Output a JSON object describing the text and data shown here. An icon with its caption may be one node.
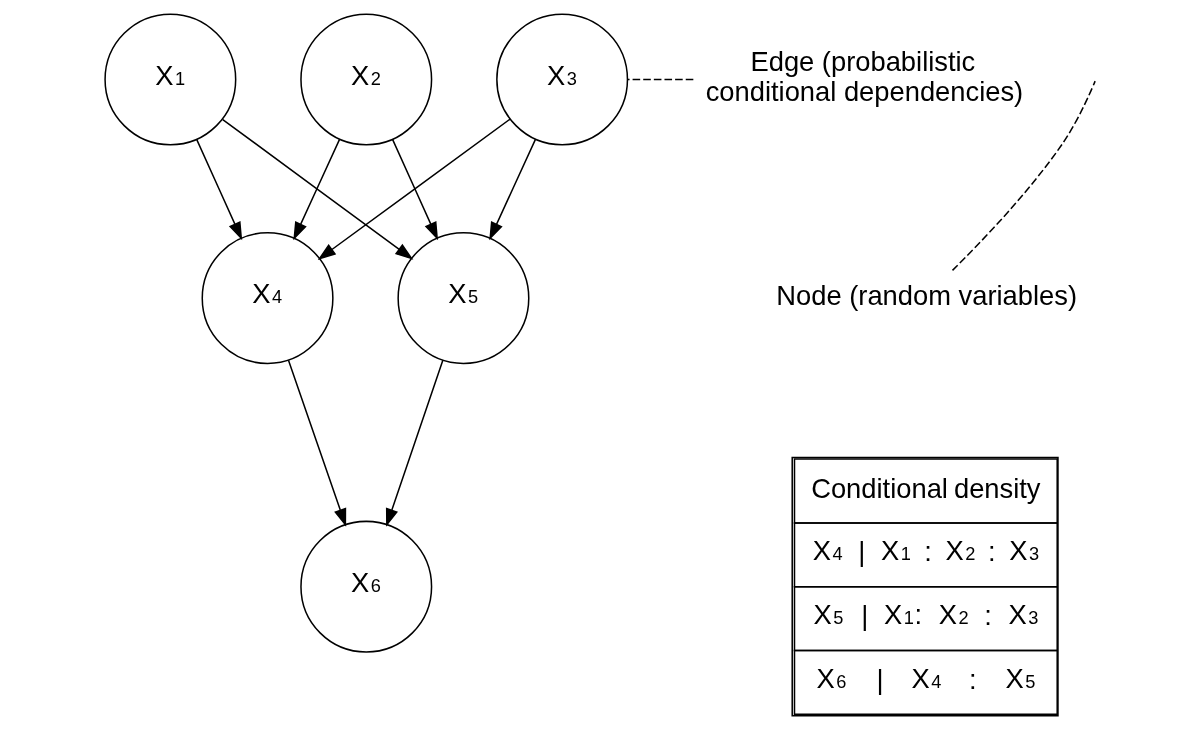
{
  "diagram": {
    "nodes": [
      {
        "text": [
          "X$_{1}$"
        ]
      },
      {
        "text": [
          "X$_{2}$"
        ]
      },
      {
        "text": [
          "X$_{3}$"
        ]
      },
      {
        "text": [
          "X$_{4}$"
        ]
      },
      {
        "text": [
          "X$_{5}$"
        ]
      },
      {
        "text": [
          "X$_{6}$"
        ]
      },
      {
        "text": [
          "Edge (probabilistic conditional dependencies)"
        ]
      },
      {
        "text": [
          "Node (random variables)"
        ]
      }
    ],
    "edges": [
      {
        "from": 0,
        "to": 3,
        "arrow": "to"
      },
      {
        "from": 0,
        "to": 4,
        "arrow": "to"
      },
      {
        "from": 1,
        "to": 3,
        "arrow": "to"
      },
      {
        "from": 1,
        "to": 4,
        "arrow": "to"
      },
      {
        "from": 2,
        "to": 3,
        "arrow": "to"
      },
      {
        "from": 2,
        "to": 4,
        "arrow": "to"
      },
      {
        "from": 3,
        "to": 5,
        "arrow": "to"
      },
      {
        "from": 4,
        "to": 5,
        "arrow": "to"
      },
      {
        "from": 6,
        "to": 2,
        "arrow": "none",
        "style": "dashed"
      },
      {
        "from": 7,
        "to": null,
        "arrow": "none",
        "style": "dashed"
      }
    ],
    "labels": [
      "Conditional density",
      "X$_{4}$ | X$_{1}$ : X$_{2}$ : X$_{3}$",
      "X$_{5}$ | X$_{1}$: X$_{2}$ : X$_{3}$",
      "X$_{6}$ | X$_{4}$ : X$_{5}$"
    ]
  }
}
